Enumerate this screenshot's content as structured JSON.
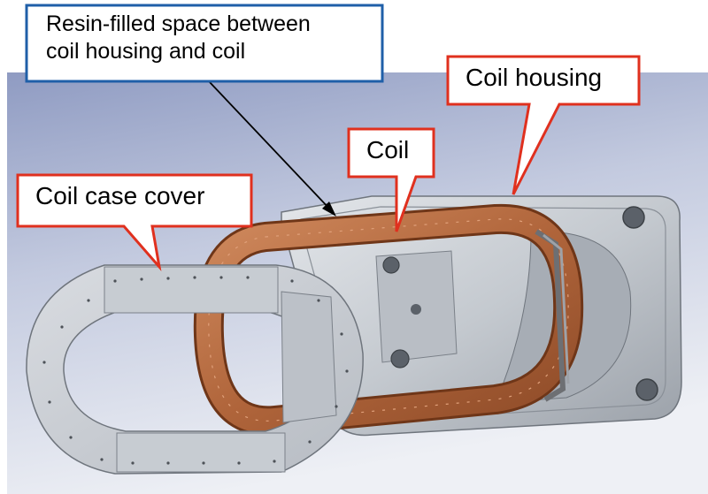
{
  "labels": {
    "resin_line1": "Resin-filled space between",
    "resin_line2": "coil housing and coil",
    "coil_housing": "Coil housing",
    "coil": "Coil",
    "coil_case_cover": "Coil case cover"
  },
  "colors": {
    "callout_red": "#e0301e",
    "callout_blue": "#1f5fa8",
    "coil_copper": "#b86a40",
    "metal_light": "#c9cdd3",
    "metal_dark": "#8e949c",
    "background_top": "#9aa5c6",
    "background_bottom": "#e9ecf3"
  }
}
